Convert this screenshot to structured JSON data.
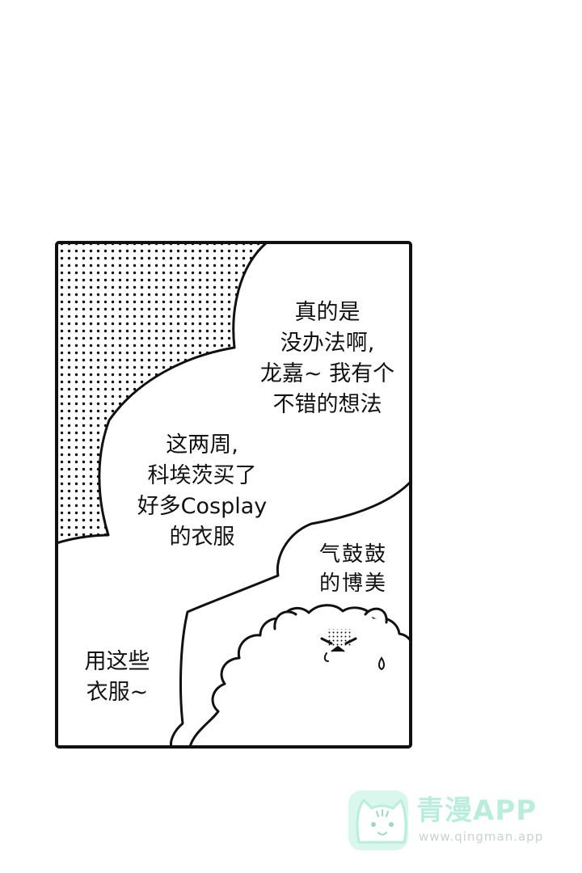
{
  "panel": {
    "bubbles": {
      "top_right": [
        "真的是",
        "没办法啊,",
        "龙嘉~ 我有个",
        "不错的想法"
      ],
      "middle_left": [
        "这两周,",
        "科埃茨买了",
        "好多Cosplay",
        "的衣服"
      ],
      "bottom_left": [
        "用这些",
        "衣服~"
      ]
    },
    "sound_effect": [
      "气鼓鼓",
      "的博美"
    ],
    "character_icon": "pomeranian-icon"
  },
  "watermark": {
    "name": "青漫APP",
    "url": "www.qingman.app",
    "icon": "cat-logo-icon",
    "colors": {
      "mint": "#b9eedd",
      "mint_light": "#d9f7ec",
      "gray": "#c7d3cf"
    }
  },
  "colors": {
    "ink": "#111111",
    "paper": "#ffffff"
  }
}
